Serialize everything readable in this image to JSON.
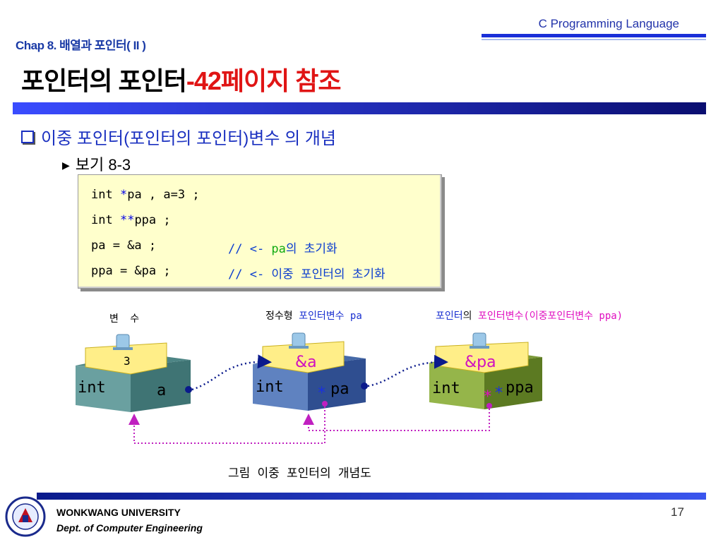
{
  "header": {
    "course": "C Programming Language",
    "chapter": "Chap 8. 배열과 포인터( II )",
    "title_main": "포인터의 포인터",
    "title_ref": "-42페이지 참조"
  },
  "bullets": {
    "concept": "이중 포인터(포인터의 포인터)변수 의 개념",
    "example": "보기 8-3"
  },
  "code": {
    "line1_pre": "int ",
    "line1_ast": "*",
    "line1_post": "pa , a=3 ;",
    "line2_pre": "int ",
    "line2_ast": "**",
    "line2_post": "ppa ;",
    "line3_code": "pa = &a ;",
    "line3_comment_pre": "// <- ",
    "line3_comment_var": "pa",
    "line3_comment_post": "의 초기화",
    "line4_code": "ppa = &pa ;",
    "line4_comment": "// <- 이중 포인터의 초기화"
  },
  "labels": {
    "variable": "변 수",
    "int_word": "정수형",
    "pointer_var": "포인터변수 pa",
    "pp_pointer": "포인터",
    "pp_of": "의",
    "pp_rest": "포인터변수(이중포인터변수 ppa)"
  },
  "boxes": {
    "box1": {
      "type": "int",
      "name": "a",
      "value": "3"
    },
    "box2": {
      "type": "int",
      "name": "pa",
      "star": "*",
      "value": "&a"
    },
    "box3": {
      "type": "int",
      "name": "ppa",
      "star1": "*",
      "star2": "*",
      "value": "&pa"
    }
  },
  "colors": {
    "box1_body": "#5b8a8a",
    "box2_body": "#4e6fae",
    "box3_body": "#7a9a3a",
    "tag": "#ffee88",
    "dotted_blue": "#0a1a8c",
    "dotted_magenta": "#c020c0"
  },
  "caption": "그림   이중 포인터의 개념도",
  "footer": {
    "university": "WONKWANG UNIVERSITY",
    "dept": "Dept. of Computer  Engineering",
    "page": "17"
  }
}
